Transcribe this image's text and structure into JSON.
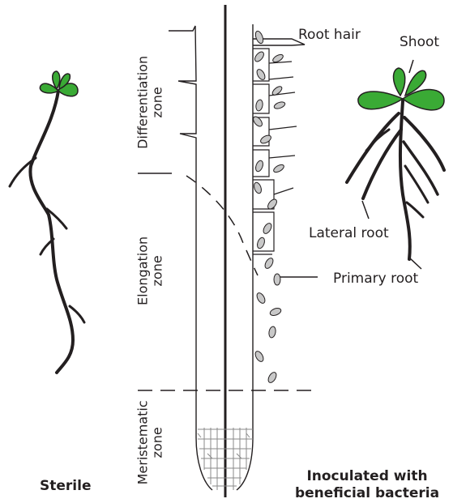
{
  "labels": {
    "root_hair": "Root hair",
    "shoot": "Shoot",
    "lateral_root": "Lateral root",
    "primary_root": "Primary root",
    "sterile": "Sterile",
    "inoculated_line1": "Inoculated with",
    "inoculated_line2": "beneficial bacteria",
    "zone_differentiation_1": "Differentiation",
    "zone_differentiation_2": "zone",
    "zone_elongation_1": "Elongation",
    "zone_elongation_2": "zone",
    "zone_meristematic_1": "Meristematic",
    "zone_meristematic_2": "zone"
  },
  "colors": {
    "line": "#231f20",
    "leaf_fill": "#3aaa35",
    "bacteria_fill": "#c8c8c8",
    "meristem_cells": "#8a8a8a"
  }
}
